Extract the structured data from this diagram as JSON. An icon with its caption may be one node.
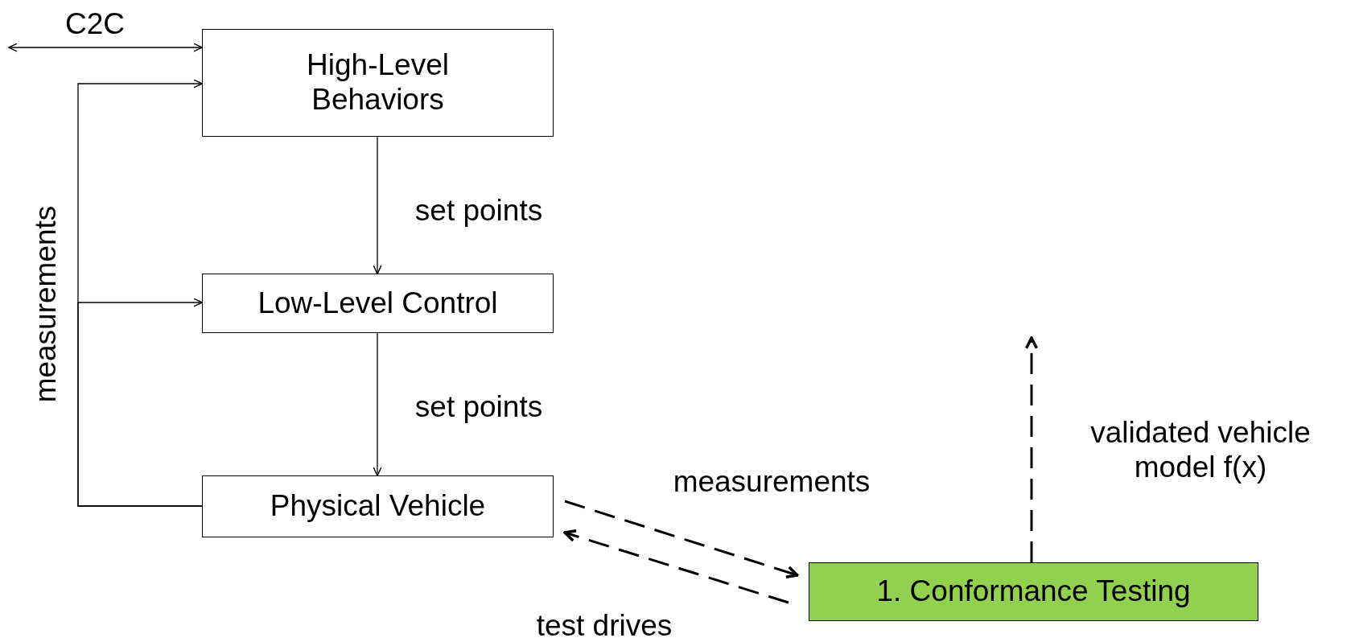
{
  "diagram": {
    "nodes": [
      {
        "text": [
          "High-Level Behaviors"
        ]
      },
      {
        "text": [
          "Low-Level Control"
        ]
      },
      {
        "text": [
          "Physical Vehicle"
        ]
      },
      {
        "text": [
          "1. Conformance Testing"
        ]
      }
    ],
    "edges": [
      {
        "from": 2,
        "to": 0,
        "arrow": "to",
        "label": "measurements"
      },
      {
        "from": 2,
        "to": 1,
        "arrow": "to"
      },
      {
        "from": null,
        "to": 0,
        "arrow": "both",
        "label": "C2C"
      },
      {
        "from": 0,
        "to": 1,
        "arrow": "to",
        "label": "set points"
      },
      {
        "from": 1,
        "to": 2,
        "arrow": "to",
        "label": "set points"
      },
      {
        "from": 2,
        "to": 3,
        "arrow": "to",
        "label": "measurements",
        "style": "dashed"
      },
      {
        "from": 3,
        "to": 2,
        "arrow": "to",
        "label": "test drives",
        "style": "dashed"
      },
      {
        "from": 3,
        "to": null,
        "arrow": "to",
        "label": "validated vehicle model f(x)",
        "style": "dashed"
      }
    ]
  }
}
